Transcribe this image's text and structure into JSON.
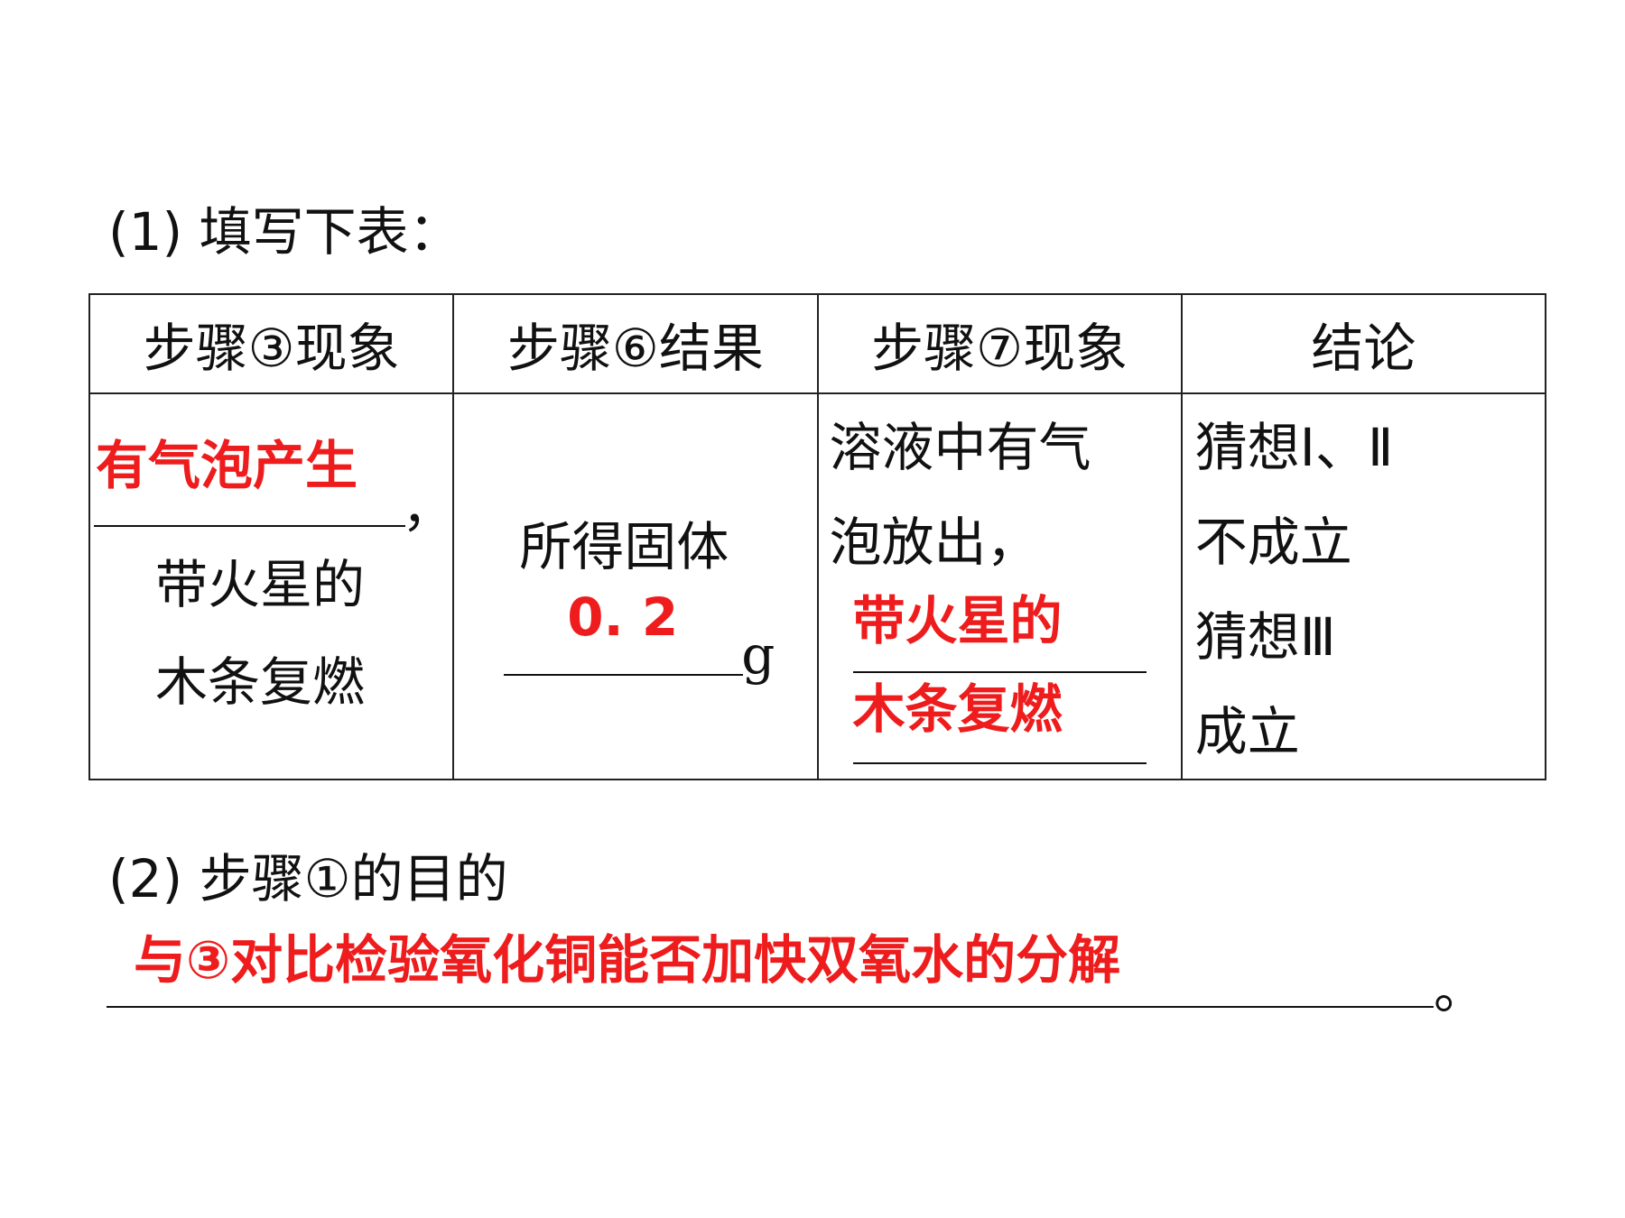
{
  "q1": {
    "label": "(1) 填写下表："
  },
  "table": {
    "headers": [
      "步骤③现象",
      "步骤⑥结果",
      "步骤⑦现象",
      "结论"
    ],
    "col1": {
      "answer": "有气泡产生",
      "comma": "，",
      "line2": "带火星的",
      "line3": "木条复燃"
    },
    "col2": {
      "text": "所得固体",
      "answer": "0. 2",
      "unit": "g"
    },
    "col3": {
      "line1": "溶液中有气",
      "line2": "泡放出，",
      "answer1": "带火星的",
      "answer2": "木条复燃"
    },
    "col4": {
      "line1": "猜想Ⅰ、Ⅱ",
      "line2": "不成立",
      "line3": "猜想Ⅲ",
      "line4": "成立"
    }
  },
  "q2": {
    "label": "(2) 步骤①的目的",
    "answer": "与③对比检验氧化铜能否加快双氧水的分解",
    "end": "。"
  }
}
